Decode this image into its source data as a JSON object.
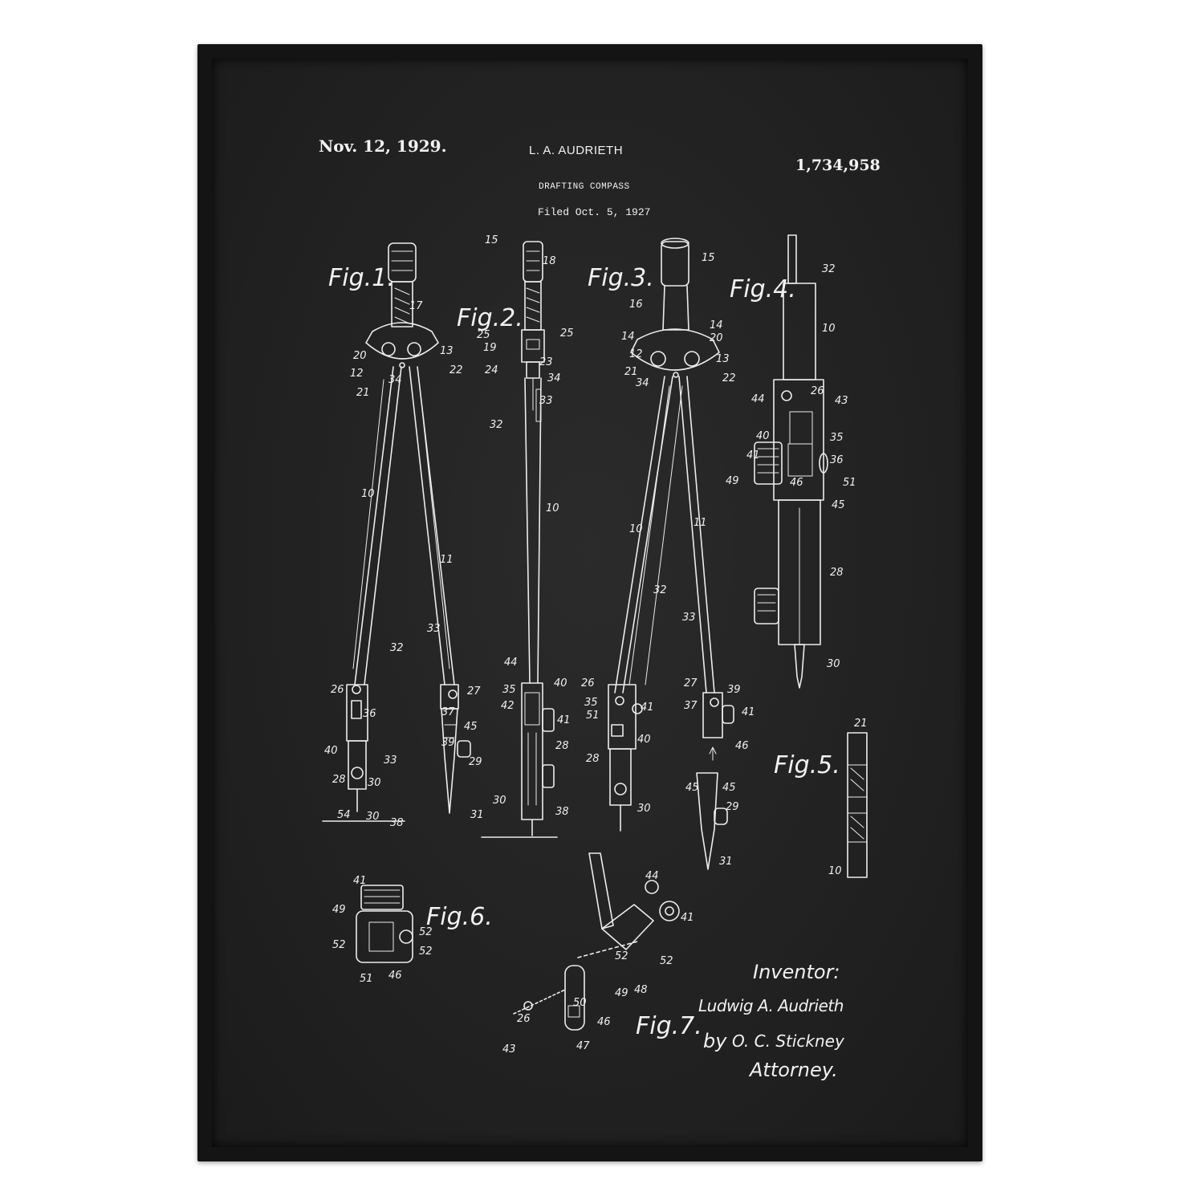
{
  "header": {
    "date": "Nov. 12, 1929.",
    "inventor_name": "L. A. AUDRIETH",
    "patent_number": "1,734,958",
    "title": "DRAFTING COMPASS",
    "filed": "Filed Oct. 5, 1927"
  },
  "figures": {
    "fig1": "Fig.1.",
    "fig2": "Fig.2.",
    "fig3": "Fig.3.",
    "fig4": "Fig.4.",
    "fig5": "Fig.5.",
    "fig6": "Fig.6.",
    "fig7": "Fig.7."
  },
  "signature": {
    "inventor_label": "Inventor:",
    "inventor_signature": "Ludwig A. Audrieth",
    "by": "by",
    "attorney_signature": "O. C. Stickney",
    "attorney_label": "Attorney."
  },
  "colors": {
    "frame": "#141414",
    "board": "#222222",
    "ink": "#f0f0f0"
  }
}
